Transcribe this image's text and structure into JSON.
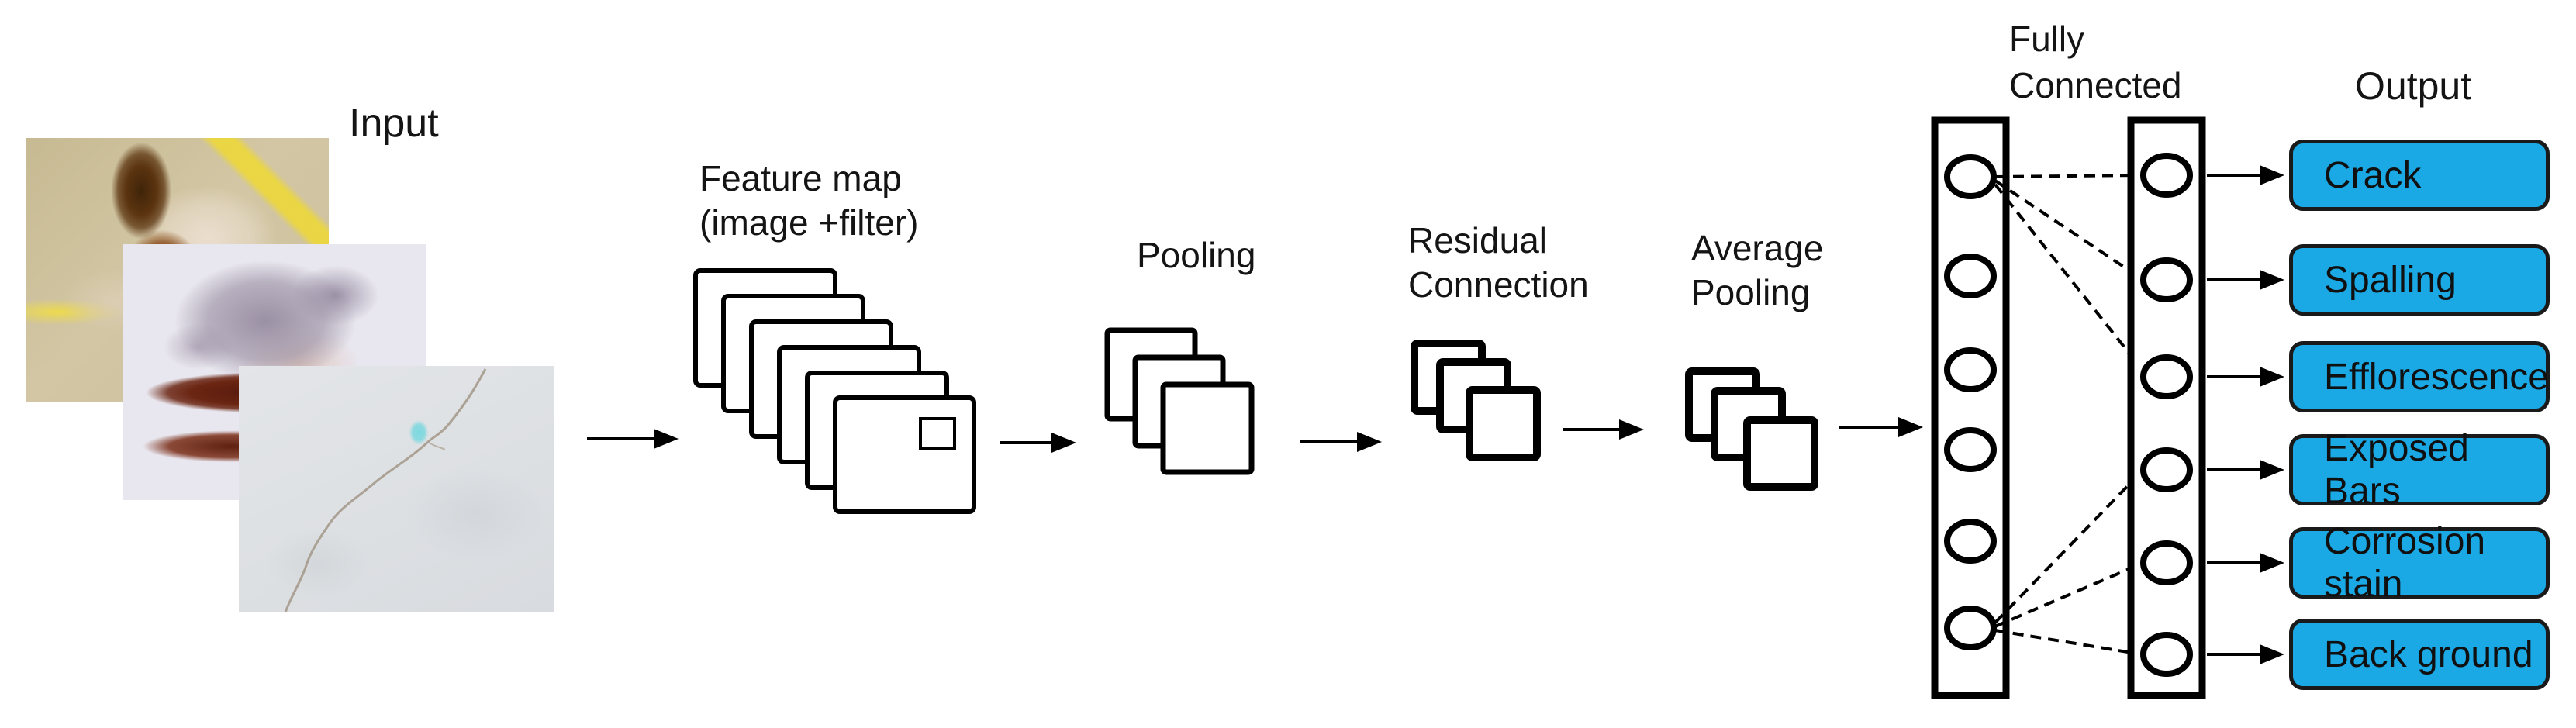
{
  "labels": {
    "input": "Input",
    "feature_map_line1": "Feature map",
    "feature_map_line2": "(image +filter)",
    "pooling": "Pooling",
    "residual_line1": "Residual",
    "residual_line2": "Connection",
    "average_line1": "Average",
    "average_line2": "Pooling",
    "fully_connected_line1": "Fully",
    "fully_connected_line2": "Connected",
    "output": "Output"
  },
  "output_classes": [
    "Crack",
    "Spalling",
    "Efflorescence",
    "Exposed Bars",
    "Corrosion stain",
    "Back ground"
  ],
  "network": {
    "input_images": 3,
    "feature_maps": 6,
    "pooling_maps": 3,
    "residual_maps": 3,
    "average_pooling_maps": 3,
    "fc_layer1_nodes": 6,
    "fc_layer2_nodes": 6
  },
  "colors": {
    "output_box_fill": "#1AA9E4",
    "output_box_border": "#1A1A1A",
    "diagram_line": "#000000",
    "page_background": "#FFFFFF"
  },
  "icons": {
    "right-arrow-icon": "black line with solid triangular head",
    "neuron-node-icon": "black outlined circle",
    "feature-map-stack-icon": "cascade of outlined rectangles",
    "crack-line-icon": "thin wavy line"
  }
}
